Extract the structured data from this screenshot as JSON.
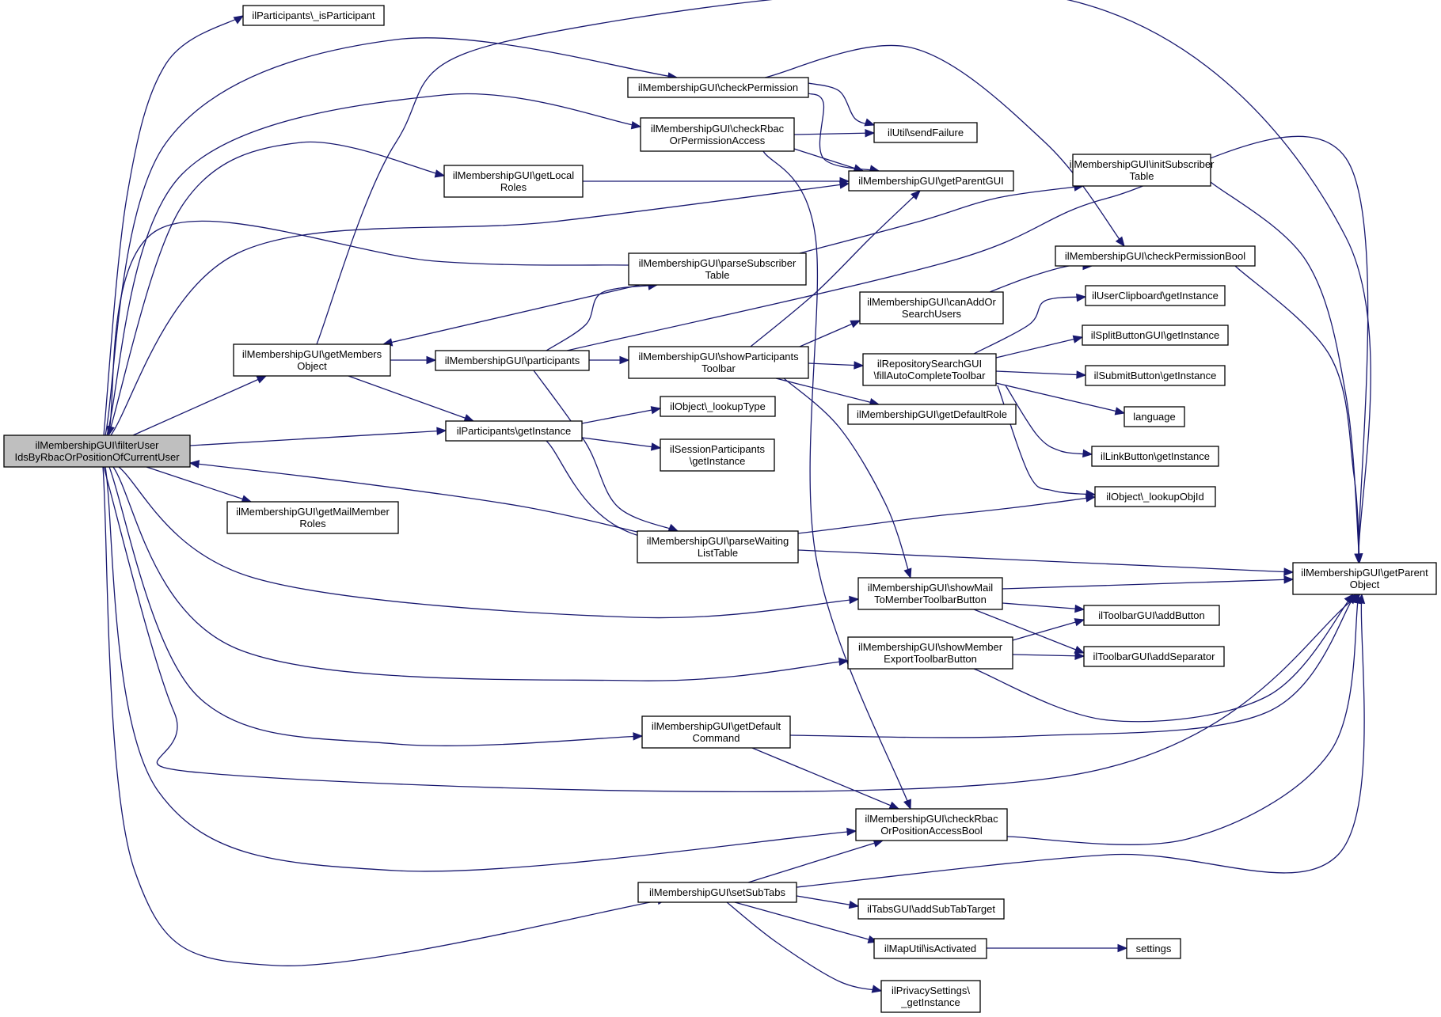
{
  "diagram": {
    "edge_color": "#191970",
    "root_fill": "#bfbfbf",
    "nodes": [
      {
        "id": "root",
        "lines": [
          "ilMembershipGUI\\filterUser",
          "IdsByRbacOrPositionOfCurrentUser"
        ],
        "root": true
      },
      {
        "id": "isParticipant",
        "lines": [
          "ilParticipants\\_isParticipant"
        ]
      },
      {
        "id": "checkPermission",
        "lines": [
          "ilMembershipGUI\\checkPermission"
        ]
      },
      {
        "id": "checkRbacOrPermissionAccess",
        "lines": [
          "ilMembershipGUI\\checkRbac",
          "OrPermissionAccess"
        ]
      },
      {
        "id": "sendFailure",
        "lines": [
          "ilUtil\\sendFailure"
        ]
      },
      {
        "id": "getLocalRoles",
        "lines": [
          "ilMembershipGUI\\getLocal",
          "Roles"
        ]
      },
      {
        "id": "getParentGUI",
        "lines": [
          "ilMembershipGUI\\getParentGUI"
        ]
      },
      {
        "id": "initSubscriberTable",
        "lines": [
          "ilMembershipGUI\\initSubscriber",
          "Table"
        ]
      },
      {
        "id": "checkPermissionBool",
        "lines": [
          "ilMembershipGUI\\checkPermissionBool"
        ]
      },
      {
        "id": "parseSubscriberTable",
        "lines": [
          "ilMembershipGUI\\parseSubscriber",
          "Table"
        ]
      },
      {
        "id": "canAddOrSearchUsers",
        "lines": [
          "ilMembershipGUI\\canAddOr",
          "SearchUsers"
        ]
      },
      {
        "id": "userClipboard",
        "lines": [
          "ilUserClipboard\\getInstance"
        ]
      },
      {
        "id": "getMembersObject",
        "lines": [
          "ilMembershipGUI\\getMembers",
          "Object"
        ]
      },
      {
        "id": "participants",
        "lines": [
          "ilMembershipGUI\\participants"
        ]
      },
      {
        "id": "showParticipantsToolbar",
        "lines": [
          "ilMembershipGUI\\showParticipants",
          "Toolbar"
        ]
      },
      {
        "id": "fillAutoCompleteToolbar",
        "lines": [
          "ilRepositorySearchGUI",
          "\\fillAutoCompleteToolbar"
        ]
      },
      {
        "id": "splitButton",
        "lines": [
          "ilSplitButtonGUI\\getInstance"
        ]
      },
      {
        "id": "submitButton",
        "lines": [
          "ilSubmitButton\\getInstance"
        ]
      },
      {
        "id": "lookupType",
        "lines": [
          "ilObject\\_lookupType"
        ]
      },
      {
        "id": "getDefaultRole",
        "lines": [
          "ilMembershipGUI\\getDefaultRole"
        ]
      },
      {
        "id": "language",
        "lines": [
          "language"
        ]
      },
      {
        "id": "partGetInstance",
        "lines": [
          "ilParticipants\\getInstance"
        ]
      },
      {
        "id": "sessionParticipants",
        "lines": [
          "ilSessionParticipants",
          "\\getInstance"
        ]
      },
      {
        "id": "linkButton",
        "lines": [
          "ilLinkButton\\getInstance"
        ]
      },
      {
        "id": "lookupObjId",
        "lines": [
          "ilObject\\_lookupObjId"
        ]
      },
      {
        "id": "getMailMemberRoles",
        "lines": [
          "ilMembershipGUI\\getMailMember",
          "Roles"
        ]
      },
      {
        "id": "parseWaitingListTable",
        "lines": [
          "ilMembershipGUI\\parseWaiting",
          "ListTable"
        ]
      },
      {
        "id": "getParentObject",
        "lines": [
          "ilMembershipGUI\\getParent",
          "Object"
        ]
      },
      {
        "id": "showMailToMember",
        "lines": [
          "ilMembershipGUI\\showMail",
          "ToMemberToolbarButton"
        ]
      },
      {
        "id": "addButton",
        "lines": [
          "ilToolbarGUI\\addButton"
        ]
      },
      {
        "id": "showMemberExport",
        "lines": [
          "ilMembershipGUI\\showMember",
          "ExportToolbarButton"
        ]
      },
      {
        "id": "addSeparator",
        "lines": [
          "ilToolbarGUI\\addSeparator"
        ]
      },
      {
        "id": "getDefaultCommand",
        "lines": [
          "ilMembershipGUI\\getDefault",
          "Command"
        ]
      },
      {
        "id": "checkRbacOrPositionAccessBool",
        "lines": [
          "ilMembershipGUI\\checkRbac",
          "OrPositionAccessBool"
        ]
      },
      {
        "id": "setSubTabs",
        "lines": [
          "ilMembershipGUI\\setSubTabs"
        ]
      },
      {
        "id": "addSubTabTarget",
        "lines": [
          "ilTabsGUI\\addSubTabTarget"
        ]
      },
      {
        "id": "isActivated",
        "lines": [
          "ilMapUtil\\isActivated"
        ]
      },
      {
        "id": "settings",
        "lines": [
          "settings"
        ]
      },
      {
        "id": "privacySettings",
        "lines": [
          "ilPrivacySettings\\",
          "_getInstance"
        ]
      }
    ],
    "edges": [
      {
        "from": "root",
        "to": "isParticipant"
      },
      {
        "from": "root",
        "to": "checkPermission"
      },
      {
        "from": "root",
        "to": "checkRbacOrPermissionAccess"
      },
      {
        "from": "root",
        "to": "getLocalRoles"
      },
      {
        "from": "root",
        "to": "getParentGUI"
      },
      {
        "from": "root",
        "to": "getMembersObject"
      },
      {
        "from": "root",
        "to": "partGetInstance"
      },
      {
        "from": "root",
        "to": "getMailMemberRoles"
      },
      {
        "from": "root",
        "to": "showMailToMember"
      },
      {
        "from": "root",
        "to": "showMemberExport"
      },
      {
        "from": "root",
        "to": "getDefaultCommand"
      },
      {
        "from": "root",
        "to": "checkRbacOrPositionAccessBool"
      },
      {
        "from": "root",
        "to": "setSubTabs"
      },
      {
        "from": "root",
        "to": "getParentObject"
      },
      {
        "from": "parseSubscriberTable",
        "to": "root"
      },
      {
        "from": "parseWaitingListTable",
        "to": "root"
      },
      {
        "from": "checkPermission",
        "to": "sendFailure"
      },
      {
        "from": "checkPermission",
        "to": "getParentGUI"
      },
      {
        "from": "checkPermission",
        "to": "checkPermissionBool"
      },
      {
        "from": "checkRbacOrPermissionAccess",
        "to": "sendFailure"
      },
      {
        "from": "checkRbacOrPermissionAccess",
        "to": "getParentGUI"
      },
      {
        "from": "checkRbacOrPermissionAccess",
        "to": "checkRbacOrPositionAccessBool"
      },
      {
        "from": "getLocalRoles",
        "to": "getParentGUI"
      },
      {
        "from": "parseSubscriberTable",
        "to": "initSubscriberTable"
      },
      {
        "from": "parseSubscriberTable",
        "to": "getMembersObject"
      },
      {
        "from": "getMembersObject",
        "to": "participants"
      },
      {
        "from": "getMembersObject",
        "to": "partGetInstance"
      },
      {
        "from": "getMembersObject",
        "to": "getParentObject"
      },
      {
        "from": "participants",
        "to": "showParticipantsToolbar"
      },
      {
        "from": "participants",
        "to": "parseSubscriberTable"
      },
      {
        "from": "participants",
        "to": "parseWaitingListTable"
      },
      {
        "from": "participants",
        "to": "getParentObject"
      },
      {
        "from": "showParticipantsToolbar",
        "to": "canAddOrSearchUsers"
      },
      {
        "from": "showParticipantsToolbar",
        "to": "fillAutoCompleteToolbar"
      },
      {
        "from": "showParticipantsToolbar",
        "to": "getDefaultRole"
      },
      {
        "from": "showParticipantsToolbar",
        "to": "getParentGUI"
      },
      {
        "from": "showParticipantsToolbar",
        "to": "showMailToMember"
      },
      {
        "from": "canAddOrSearchUsers",
        "to": "checkPermissionBool"
      },
      {
        "from": "fillAutoCompleteToolbar",
        "to": "userClipboard"
      },
      {
        "from": "fillAutoCompleteToolbar",
        "to": "splitButton"
      },
      {
        "from": "fillAutoCompleteToolbar",
        "to": "submitButton"
      },
      {
        "from": "fillAutoCompleteToolbar",
        "to": "language"
      },
      {
        "from": "fillAutoCompleteToolbar",
        "to": "linkButton"
      },
      {
        "from": "fillAutoCompleteToolbar",
        "to": "lookupObjId"
      },
      {
        "from": "partGetInstance",
        "to": "lookupType"
      },
      {
        "from": "partGetInstance",
        "to": "sessionParticipants"
      },
      {
        "from": "partGetInstance",
        "to": "lookupObjId"
      },
      {
        "from": "initSubscriberTable",
        "to": "getParentObject"
      },
      {
        "from": "checkPermissionBool",
        "to": "getParentObject"
      },
      {
        "from": "parseWaitingListTable",
        "to": "getParentObject"
      },
      {
        "from": "showMailToMember",
        "to": "getParentObject"
      },
      {
        "from": "showMailToMember",
        "to": "addButton"
      },
      {
        "from": "showMailToMember",
        "to": "addSeparator"
      },
      {
        "from": "showMemberExport",
        "to": "addButton"
      },
      {
        "from": "showMemberExport",
        "to": "addSeparator"
      },
      {
        "from": "showMemberExport",
        "to": "getParentObject"
      },
      {
        "from": "getDefaultCommand",
        "to": "getParentObject"
      },
      {
        "from": "getDefaultCommand",
        "to": "checkRbacOrPositionAccessBool"
      },
      {
        "from": "checkRbacOrPositionAccessBool",
        "to": "getParentObject"
      },
      {
        "from": "setSubTabs",
        "to": "checkRbacOrPositionAccessBool"
      },
      {
        "from": "setSubTabs",
        "to": "getParentObject"
      },
      {
        "from": "setSubTabs",
        "to": "addSubTabTarget"
      },
      {
        "from": "setSubTabs",
        "to": "isActivated"
      },
      {
        "from": "setSubTabs",
        "to": "privacySettings"
      },
      {
        "from": "isActivated",
        "to": "settings"
      }
    ]
  }
}
